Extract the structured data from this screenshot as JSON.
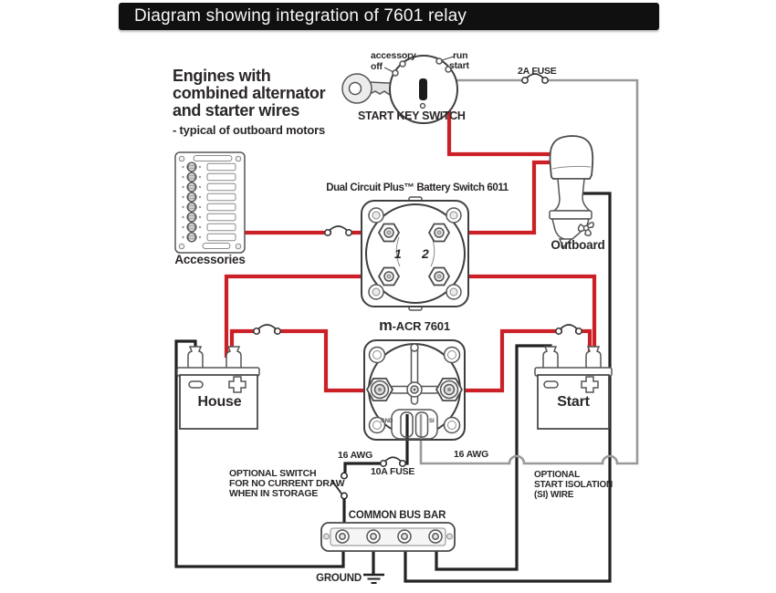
{
  "title_bar": {
    "text": "Diagram showing integration of 7601 relay"
  },
  "intro": {
    "heading": "Engines with\ncombined alternator\nand starter wires",
    "subheading": "- typical of outboard motors"
  },
  "key_switch": {
    "label": "START KEY SWITCH",
    "positions": {
      "accessory": "accessory",
      "off": "off",
      "run": "run",
      "start": "start"
    }
  },
  "fuses": {
    "fuse_2a": "2A FUSE",
    "fuse_10a": "10A FUSE"
  },
  "battery_switch": {
    "label": "Dual Circuit Plus™ Battery Switch 6011",
    "position_1": "1",
    "position_2": "2"
  },
  "relay": {
    "label": "m-ACR 7601",
    "gnd": "GND",
    "si": "SI"
  },
  "accessories_panel": {
    "label": "Accessories"
  },
  "outboard": {
    "label": "Outboard"
  },
  "batteries": {
    "house": "House",
    "start": "Start"
  },
  "wire_labels": {
    "awg_left": "16 AWG",
    "awg_right": "16 AWG"
  },
  "notes": {
    "optional_switch": "OPTIONAL SWITCH\nFOR NO CURRENT DRAW\nWHEN IN STORAGE",
    "si_wire": "OPTIONAL\nSTART ISOLATION\n(SI) WIRE"
  },
  "bus_bar": {
    "label": "COMMON BUS BAR",
    "ground": "GROUND"
  },
  "colors": {
    "wire_positive": "#cc2027",
    "wire_negative": "#232323",
    "wire_si": "#9a9a9a",
    "titlebar_bg": "#101010",
    "titlebar_text": "#f7f7f7"
  }
}
